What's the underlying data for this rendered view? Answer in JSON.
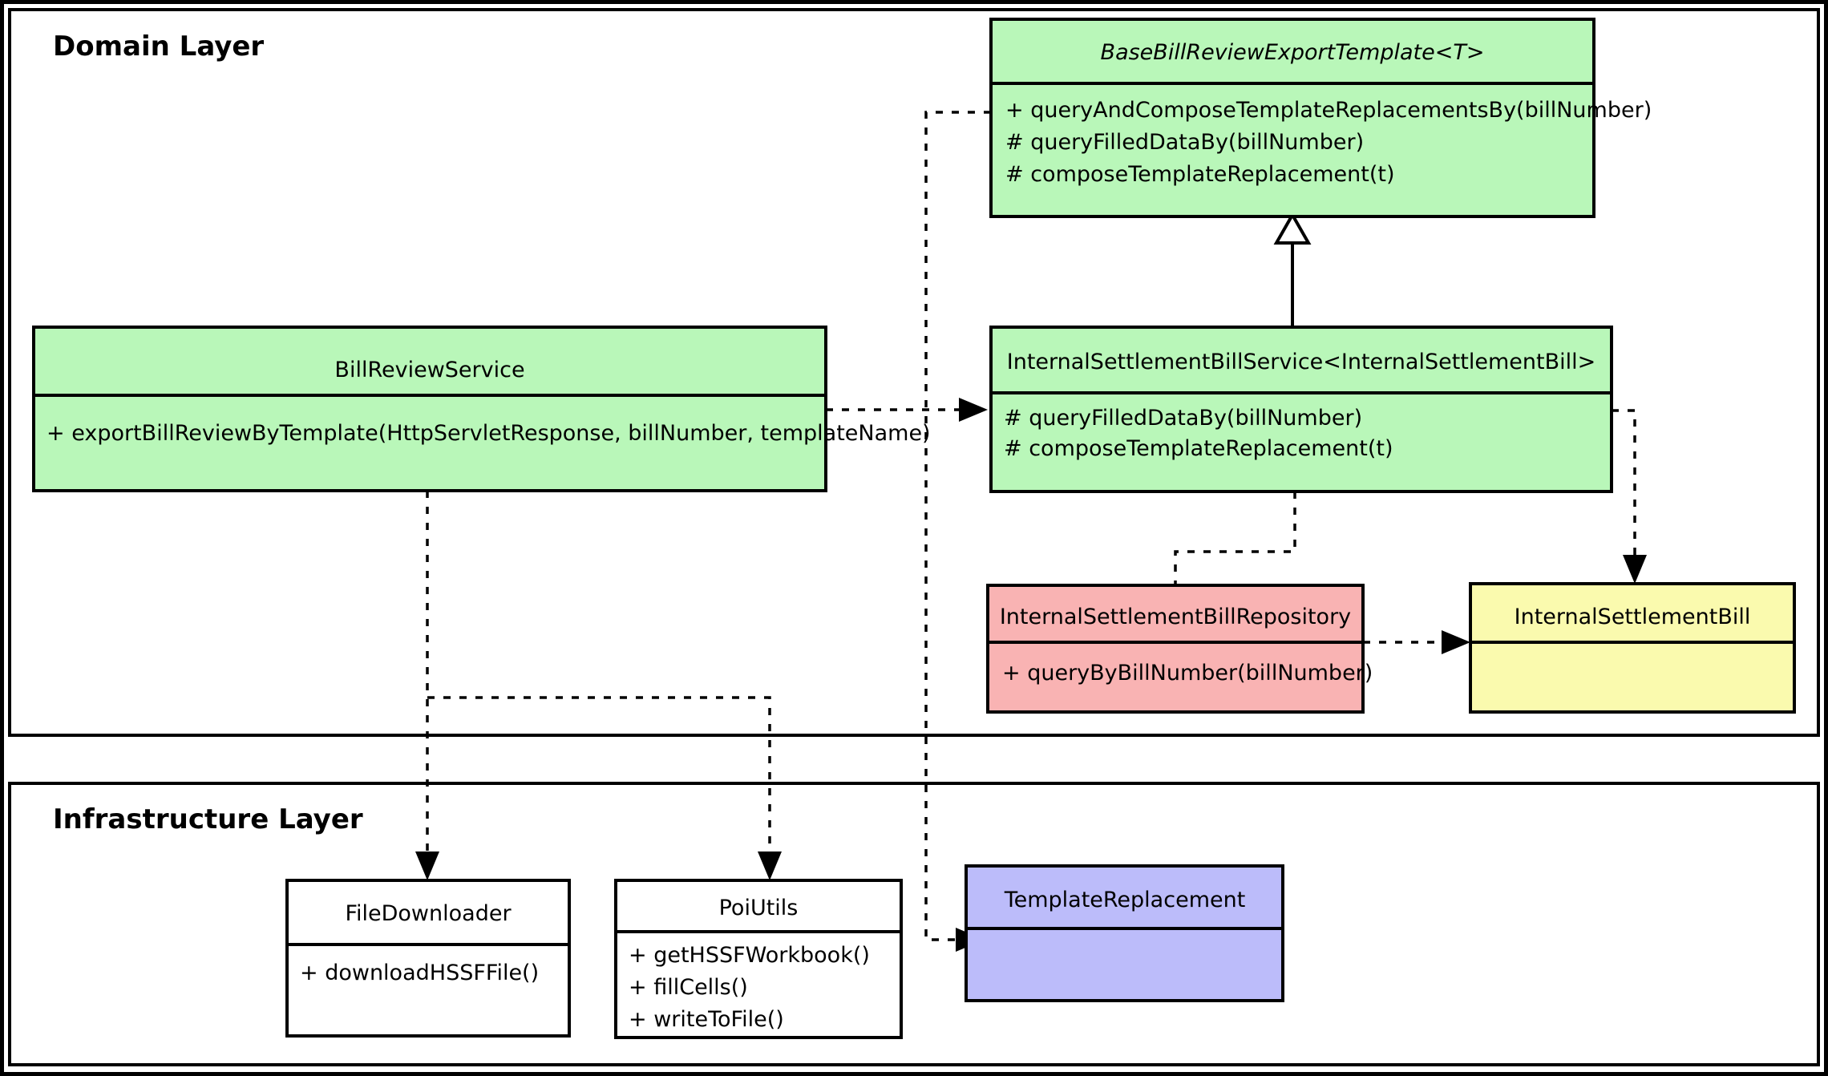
{
  "diagram": {
    "type": "uml-class-diagram",
    "background": "#ffffff",
    "border_color": "#000000",
    "layers": [
      {
        "id": "domain",
        "title": "Domain Layer"
      },
      {
        "id": "infrastructure",
        "title": "Infrastructure Layer"
      }
    ],
    "colors": {
      "green": "#b9f7b9",
      "red": "#f9b3b3",
      "yellow": "#fafaae",
      "purple": "#bcbcfa",
      "white": "#ffffff",
      "stroke": "#000000"
    },
    "classes": [
      {
        "id": "base-bill-review-export-template",
        "name": "BaseBillReviewExportTemplate<T>",
        "italic": true,
        "fill": "#b9f7b9",
        "layer": "domain",
        "members": [
          "+ queryAndComposeTemplateReplacementsBy(billNumber)",
          "# queryFilledDataBy(billNumber)",
          "# composeTemplateReplacement(t)"
        ]
      },
      {
        "id": "bill-review-service",
        "name": "BillReviewService",
        "italic": false,
        "fill": "#b9f7b9",
        "layer": "domain",
        "members": [
          "+ exportBillReviewByTemplate(HttpServletResponse, billNumber, templateName)"
        ]
      },
      {
        "id": "internal-settlement-bill-service",
        "name": "InternalSettlementBillService<InternalSettlementBill>",
        "italic": false,
        "fill": "#b9f7b9",
        "layer": "domain",
        "members": [
          "# queryFilledDataBy(billNumber)",
          "# composeTemplateReplacement(t)"
        ]
      },
      {
        "id": "internal-settlement-bill-repository",
        "name": "InternalSettlementBillRepository",
        "italic": false,
        "fill": "#f9b3b3",
        "layer": "domain",
        "members": [
          "+ queryByBillNumber(billNumber)"
        ]
      },
      {
        "id": "internal-settlement-bill",
        "name": "InternalSettlementBill",
        "italic": false,
        "fill": "#fafaae",
        "layer": "domain",
        "members": []
      },
      {
        "id": "file-downloader",
        "name": "FileDownloader",
        "italic": false,
        "fill": "#ffffff",
        "layer": "infrastructure",
        "members": [
          "+ downloadHSSFFile()"
        ]
      },
      {
        "id": "poi-utils",
        "name": "PoiUtils",
        "italic": false,
        "fill": "#ffffff",
        "layer": "infrastructure",
        "members": [
          "+ getHSSFWorkbook()",
          "+ fillCells()",
          "+ writeToFile()"
        ]
      },
      {
        "id": "template-replacement",
        "name": "TemplateReplacement",
        "italic": false,
        "fill": "#bcbcfa",
        "layer": "infrastructure",
        "members": []
      }
    ],
    "relations": [
      {
        "id": "rel-inherit",
        "kind": "generalization",
        "from": "internal-settlement-bill-service",
        "to": "base-bill-review-export-template"
      },
      {
        "id": "rel-service-to-impl",
        "kind": "dependency",
        "from": "bill-review-service",
        "to": "internal-settlement-bill-service"
      },
      {
        "id": "rel-template-to-replacement",
        "kind": "dependency",
        "from": "base-bill-review-export-template",
        "to": "template-replacement"
      },
      {
        "id": "rel-impl-to-repository",
        "kind": "dependency",
        "from": "internal-settlement-bill-service",
        "to": "internal-settlement-bill-repository"
      },
      {
        "id": "rel-impl-to-bill",
        "kind": "dependency",
        "from": "internal-settlement-bill-service",
        "to": "internal-settlement-bill"
      },
      {
        "id": "rel-repository-to-bill",
        "kind": "dependency",
        "from": "internal-settlement-bill-repository",
        "to": "internal-settlement-bill"
      },
      {
        "id": "rel-service-to-filedownloader",
        "kind": "dependency",
        "from": "bill-review-service",
        "to": "file-downloader"
      },
      {
        "id": "rel-service-to-poiutils",
        "kind": "dependency",
        "from": "bill-review-service",
        "to": "poi-utils"
      }
    ]
  }
}
